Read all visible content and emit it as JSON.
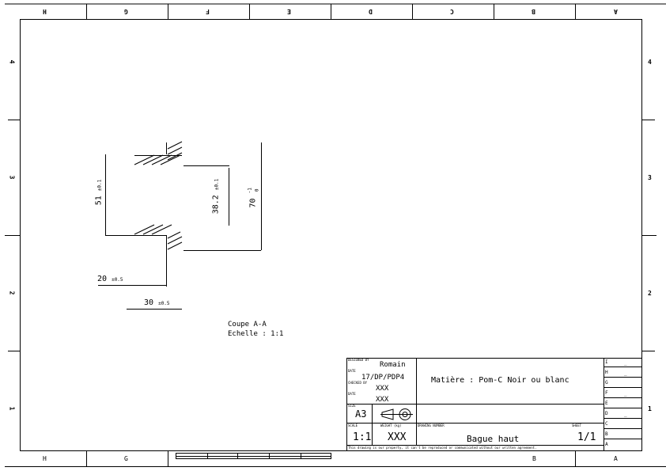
{
  "frame": {
    "top_zones": [
      "H",
      "G",
      "F",
      "E",
      "D",
      "C",
      "B",
      "A"
    ],
    "bottom_zones": [
      "H",
      "G",
      "B",
      "A"
    ],
    "side_rows": [
      "4",
      "3",
      "2",
      "1"
    ]
  },
  "dimensions": {
    "d51": "51",
    "d51_tol": "±0.1",
    "d38": "38.2",
    "d38_tol": "±0.1",
    "d70": "70",
    "d70_tol_up": "-1",
    "d70_tol_low": "0",
    "d20": "20",
    "d20_tol": "±0.5",
    "d30": "30",
    "d30_tol": "±0.5"
  },
  "section": {
    "line1": "Coupe A-A",
    "line2": "Echelle :  1:1"
  },
  "title_block": {
    "designed_by_label": "DESIGNED BY",
    "designed_by": "Romain",
    "date_label": "DATE",
    "date": "17/DP/PDP4",
    "checked_by_label": "CHECKED BY",
    "checked_by": "XXX",
    "date2_label": "DATE",
    "date2": "XXX",
    "size_label": "SIZE",
    "size": "A3",
    "scale_label": "SCALE",
    "scale": "1:1",
    "weight_label": "WEIGHT (kg)",
    "weight": "XXX",
    "drawing_number_label": "DRAWING NUMBER",
    "material": "Matière : Pom-C Noir ou blanc",
    "name": "Bague haut",
    "sheet_label": "SHEET",
    "sheet": "1/1",
    "footer": "This drawing is our property, it can't be reproduced or communicated without our written agreement."
  },
  "revisions": {
    "letters": [
      "I",
      "H",
      "G",
      "F",
      "E",
      "D",
      "C",
      "B",
      "A"
    ],
    "marks": [
      "_",
      "_",
      "",
      "_",
      "",
      "_",
      "",
      "",
      ""
    ]
  }
}
